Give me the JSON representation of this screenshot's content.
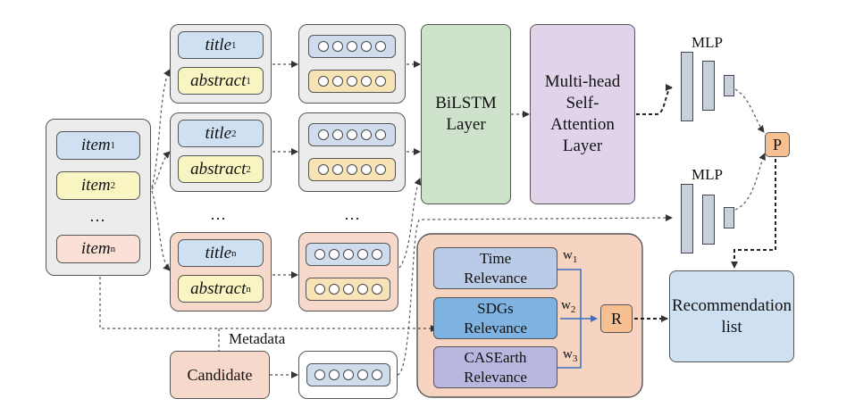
{
  "items": {
    "item1": "item",
    "item1_sub": "1",
    "item2": "item",
    "item2_sub": "2",
    "ellipsis": "…",
    "itemn": "item",
    "itemn_sub": "n"
  },
  "articles": [
    {
      "title": "title",
      "title_sub": "1",
      "abstract": "abstract",
      "abstract_sub": "1"
    },
    {
      "title": "title",
      "title_sub": "2",
      "abstract": "abstract",
      "abstract_sub": "2"
    },
    {
      "title": "title",
      "title_sub": "n",
      "abstract": "abstract",
      "abstract_sub": "n"
    }
  ],
  "ellipsis_articles": "…",
  "ellipsis_embeddings": "…",
  "bilstm": {
    "line1": "BiLSTM",
    "line2": "Layer"
  },
  "attention": {
    "line1": "Multi-head",
    "line2": "Self-",
    "line3": "Attention",
    "line4": "Layer"
  },
  "mlp_top": "MLP",
  "mlp_bottom": "MLP",
  "p_label": "P",
  "r_label": "R",
  "relevance": [
    {
      "line1": "Time",
      "line2": "Relevance",
      "weight": "w",
      "weight_sub": "1"
    },
    {
      "line1": "SDGs",
      "line2": "Relevance",
      "weight": "w",
      "weight_sub": "2"
    },
    {
      "line1": "CASEarth",
      "line2": "Relevance",
      "weight": "w",
      "weight_sub": "3"
    }
  ],
  "metadata": "Metadata",
  "candidate": "Candidate",
  "recommendation": {
    "line1": "Recommendation",
    "line2": "list"
  },
  "colors": {
    "group_gray": "#ececec",
    "group_pink": "#f7d9cc",
    "title_blue": "#cfe0f3",
    "abstract_yellow": "#f8f5c2",
    "bilstm_green": "#cfe3cc",
    "attention_lavender": "#e0d4ea",
    "relevance_panel": "#f7d3c1",
    "time_blue": "#b9cbe6",
    "sdgs_blue": "#7fb3e2",
    "casearth_purple": "#b9b6e0",
    "p_r_orange": "#f6c092",
    "recommendation_blue": "#cfe0f3",
    "weight_line": "#3a6fc4"
  }
}
